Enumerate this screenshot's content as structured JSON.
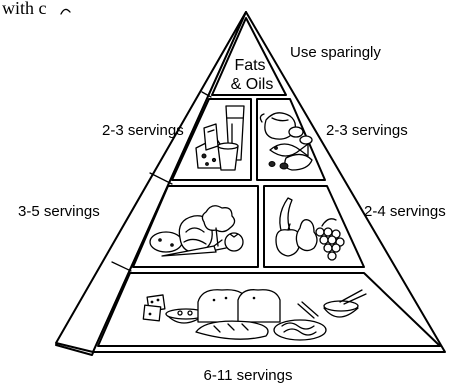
{
  "caption_fragment": "with c",
  "pyramid": {
    "top": {
      "label_line1": "Fats",
      "label_line2": "& Oils",
      "note": "Use sparingly"
    },
    "left_tiers": [
      {
        "servings": "2-3 servings",
        "group_icon": "dairy-icon"
      },
      {
        "servings": "3-5 servings",
        "group_icon": "vegetables-icon"
      }
    ],
    "right_tiers": [
      {
        "servings": "2-3 servings",
        "group_icon": "meat-icon"
      },
      {
        "servings": "2-4 servings",
        "group_icon": "fruits-icon"
      }
    ],
    "base": {
      "servings": "6-11 servings",
      "group_icon": "grains-icon"
    }
  }
}
